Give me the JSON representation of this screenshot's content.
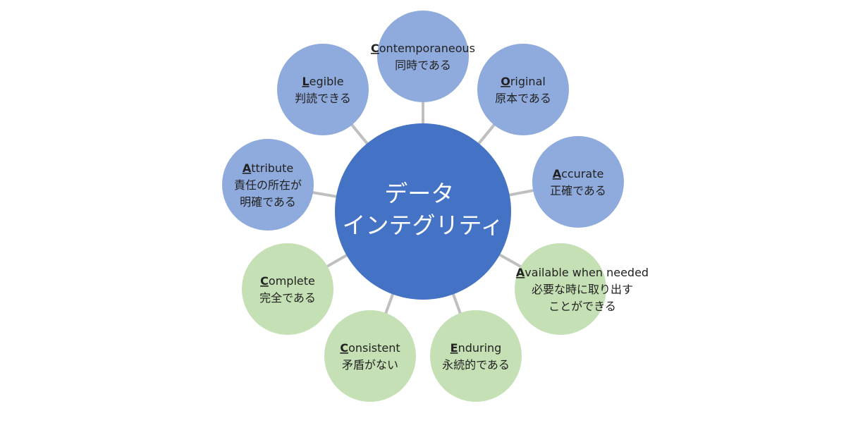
{
  "colors": {
    "center": "#4472c4",
    "primary": "#8faadc",
    "secondary": "#c5e0b4",
    "connector": "#bfbfbf",
    "text": "#222222"
  },
  "center": {
    "lines": [
      "データ",
      "インテグリティ"
    ]
  },
  "nodes": [
    {
      "id": "contemporaneous",
      "group": "primary",
      "initial": "C",
      "rest": "ontemporaneous",
      "lines": [
        "同時である"
      ]
    },
    {
      "id": "original",
      "group": "primary",
      "initial": "O",
      "rest": "riginal",
      "lines": [
        "原本である"
      ]
    },
    {
      "id": "accurate",
      "group": "primary",
      "initial": "A",
      "rest": "ccurate",
      "lines": [
        "正確である"
      ]
    },
    {
      "id": "available",
      "group": "secondary",
      "initial": "A",
      "rest": "vailable when needed",
      "lines": [
        "必要な時に取り出す",
        "ことができる"
      ]
    },
    {
      "id": "enduring",
      "group": "secondary",
      "initial": "E",
      "rest": "nduring",
      "lines": [
        "永続的である"
      ]
    },
    {
      "id": "consistent",
      "group": "secondary",
      "initial": "C",
      "rest": "onsistent",
      "lines": [
        "矛盾がない"
      ]
    },
    {
      "id": "complete",
      "group": "secondary",
      "initial": "C",
      "rest": "omplete",
      "lines": [
        "完全である"
      ]
    },
    {
      "id": "attribute",
      "group": "primary",
      "initial": "A",
      "rest": "ttribute",
      "lines": [
        "責任の所在が",
        "明確である"
      ]
    },
    {
      "id": "legible",
      "group": "primary",
      "initial": "L",
      "rest": "egible",
      "lines": [
        "判読できる"
      ]
    }
  ]
}
